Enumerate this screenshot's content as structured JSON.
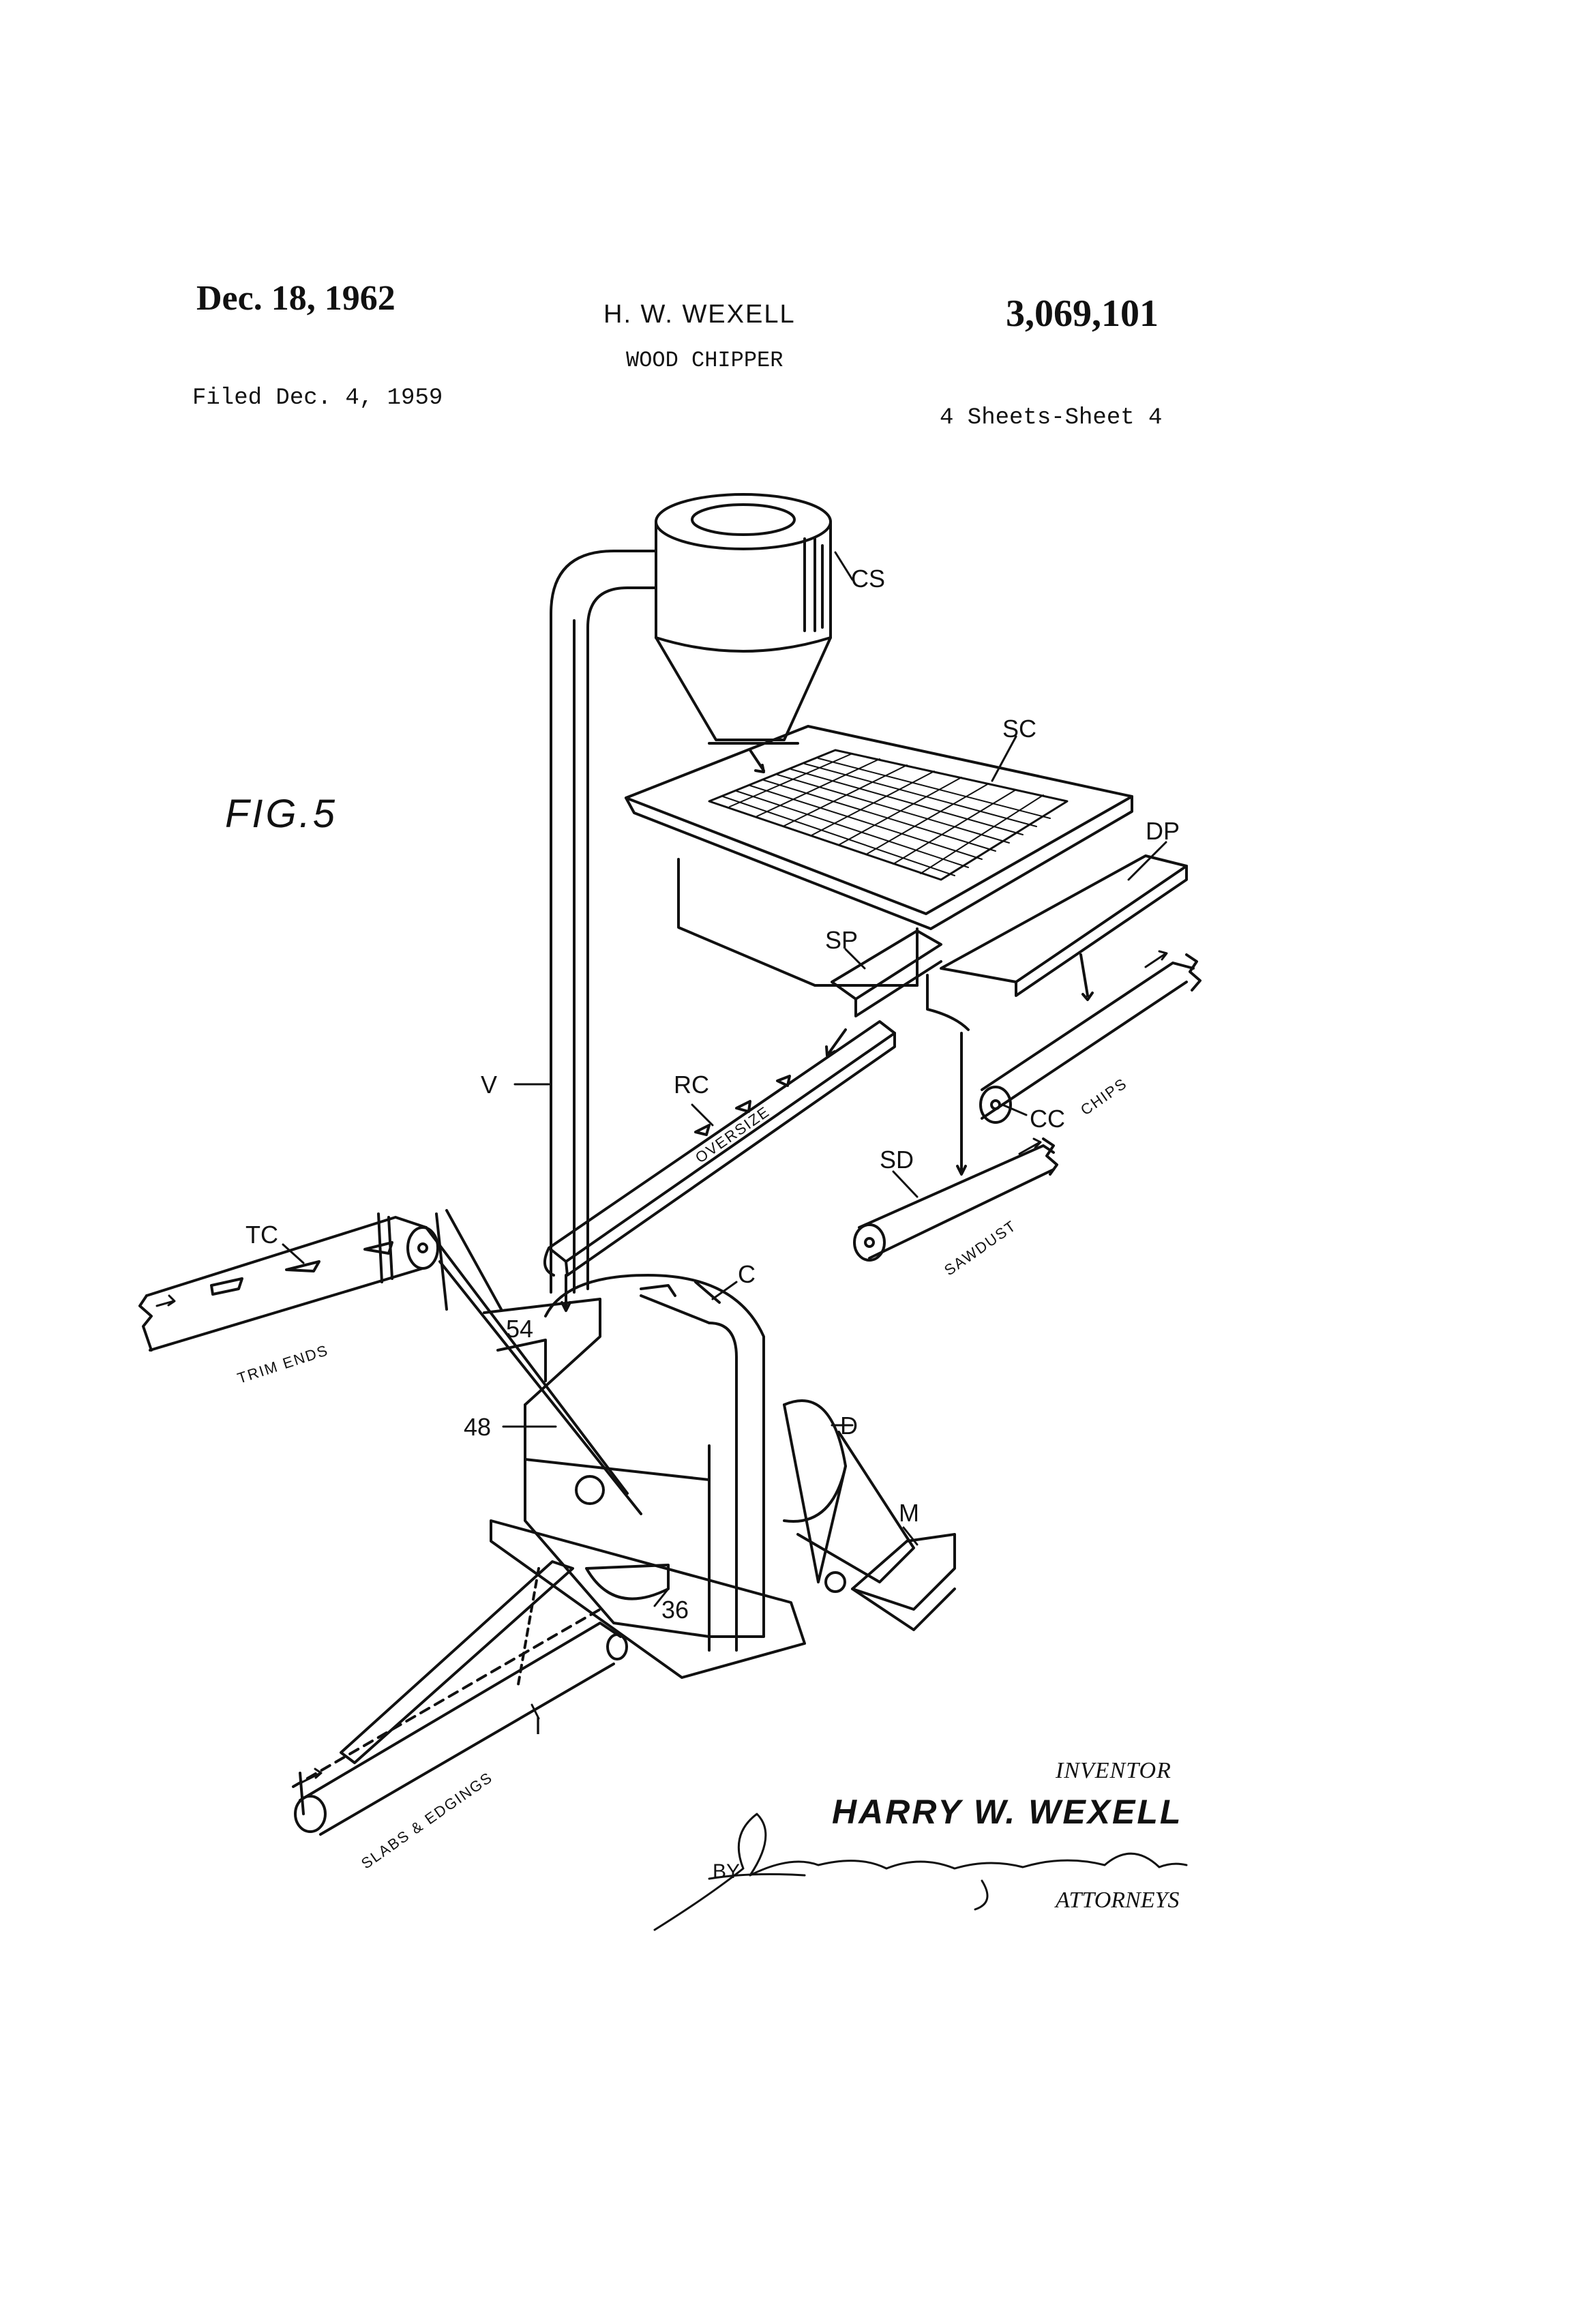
{
  "header": {
    "date": "Dec. 18, 1962",
    "inventor_short": "H. W. WEXELL",
    "patent_number": "3,069,101",
    "title": "WOOD CHIPPER",
    "filed": "Filed Dec. 4, 1959",
    "sheets": "4 Sheets-Sheet 4"
  },
  "figure": {
    "label": "FIG.5",
    "labels": {
      "cs": "CS",
      "sc": "SC",
      "dp": "DP",
      "sp": "SP",
      "rc": "RC",
      "v": "V",
      "sd": "SD",
      "cc": "CC",
      "tc": "TC",
      "c": "C",
      "n54": "54",
      "n48": "48",
      "d": "D",
      "m": "M",
      "n36": "36",
      "i": "I"
    },
    "belt_text": {
      "oversize": "OVERSIZE",
      "chips": "CHIPS",
      "sawdust": "SAWDUST",
      "trim_ends": "TRIM ENDS",
      "slabs": "SLABS & EDGINGS"
    }
  },
  "footer": {
    "inventor_heading": "INVENTOR",
    "inventor_name": "HARRY W. WEXELL",
    "signature_prefix": "BY",
    "signature": "Stewart Downing & Hubbell",
    "attorneys": "ATTORNEYS"
  }
}
